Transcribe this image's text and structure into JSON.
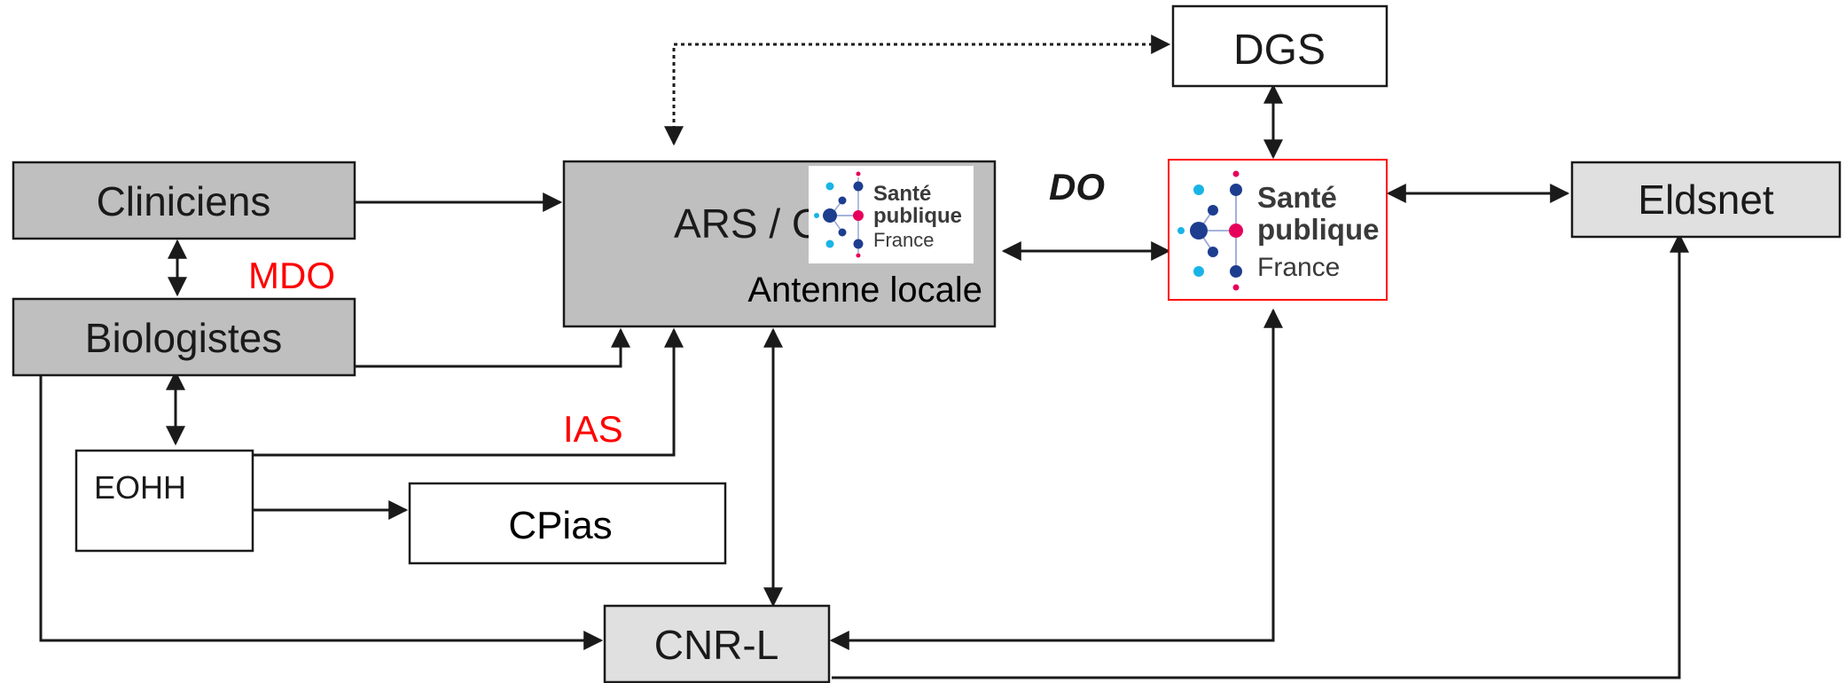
{
  "nodes": {
    "dgs": "DGS",
    "cliniciens": "Cliniciens",
    "biologistes": "Biologistes",
    "ars": "ARS / C",
    "antenne_locale": "Antenne locale",
    "eldsnet": "Eldsnet",
    "eohh": "EOHH",
    "cpias": "CPias",
    "cnr_l": "CNR-L"
  },
  "edge_labels": {
    "mdo": "MDO",
    "ias": "IAS",
    "do": "DO"
  },
  "logo": {
    "line1": "Santé",
    "line2": "publique",
    "line3": "France"
  },
  "colors": {
    "box_dark": "#bfbfbf",
    "box_light": "#e0e0e0",
    "box_white": "#ffffff",
    "stroke": "#1a1a1a",
    "red_label": "#ff0000",
    "logo_navy": "#1d3d8f",
    "logo_pink": "#e6005a",
    "logo_cyan": "#19b4e6",
    "logo_text": "#3a3a3a",
    "logo_border": "#ff0000"
  }
}
